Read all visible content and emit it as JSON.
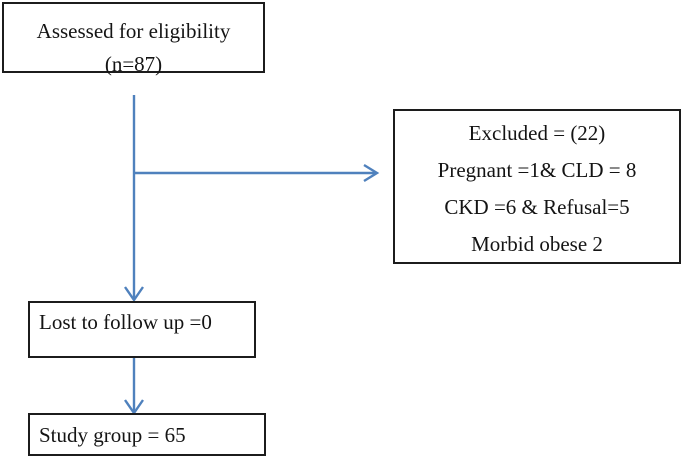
{
  "colors": {
    "arrow": "#4f81bd",
    "box_border": "#1c1c1c",
    "text": "#141414",
    "background": "#ffffff"
  },
  "flow": {
    "assessed": {
      "lines": [
        "Assessed for eligibility",
        "(n=87)"
      ]
    },
    "excluded": {
      "lines": [
        "Excluded = (22)",
        "Pregnant =1& CLD = 8",
        "CKD =6 & Refusal=5",
        "Morbid obese 2"
      ]
    },
    "lost": {
      "lines": [
        "Lost to follow up =0"
      ]
    },
    "study": {
      "lines": [
        "Study group = 65"
      ]
    }
  }
}
